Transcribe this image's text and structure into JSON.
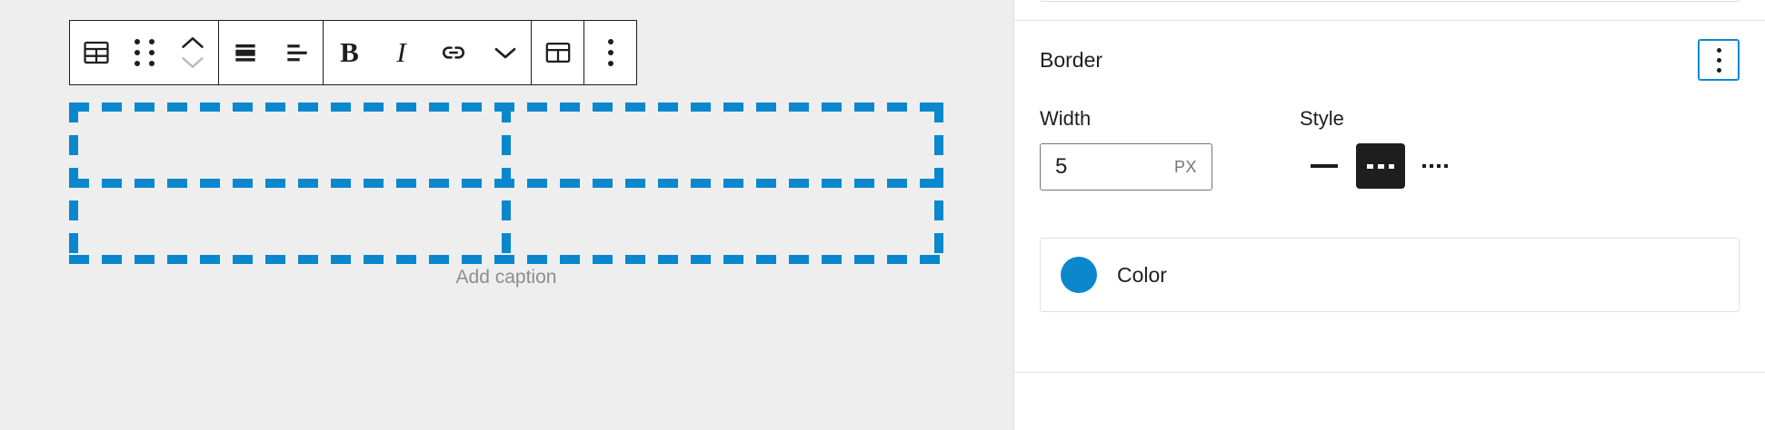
{
  "colors": {
    "accent": "#0b87ce",
    "dark": "#1e1e1e",
    "canvas_bg": "#eeeeee",
    "panel_bg": "#ffffff",
    "border_light": "#e0e0e0",
    "muted_text": "#8d8d8d"
  },
  "toolbar": {
    "groups": [
      {
        "items": [
          {
            "name": "table-icon",
            "label": "Table"
          },
          {
            "name": "drag-handle-icon",
            "label": "Drag"
          },
          {
            "name": "block-movers",
            "label": "Move up or down"
          }
        ]
      },
      {
        "items": [
          {
            "name": "align-full-icon",
            "label": "Change vertical alignment"
          },
          {
            "name": "align-text-icon",
            "label": "Align text"
          }
        ]
      },
      {
        "items": [
          {
            "name": "bold-icon",
            "label": "B"
          },
          {
            "name": "italic-icon",
            "label": "I"
          },
          {
            "name": "link-icon",
            "label": "Link"
          },
          {
            "name": "chevron-down-icon",
            "label": "More rich text controls"
          }
        ]
      },
      {
        "items": [
          {
            "name": "edit-table-icon",
            "label": "Edit table"
          }
        ]
      },
      {
        "items": [
          {
            "name": "more-options-icon",
            "label": "Options"
          }
        ]
      }
    ]
  },
  "canvas": {
    "block": {
      "name": "table-block",
      "rows": 2,
      "columns": 2,
      "border_style": "dashed",
      "border_color": "#0b87ce"
    },
    "caption_placeholder": "Add caption"
  },
  "sidebar": {
    "border_panel": {
      "title": "Border",
      "options_label": "Border options",
      "width": {
        "label": "Width",
        "value": "5",
        "unit": "PX"
      },
      "style": {
        "label": "Style",
        "options": [
          {
            "name": "border-style-solid",
            "label": "Solid",
            "selected": false
          },
          {
            "name": "border-style-dashed",
            "label": "Dashed",
            "selected": true
          },
          {
            "name": "border-style-dotted",
            "label": "Dotted",
            "selected": false
          }
        ]
      },
      "color": {
        "label": "Color",
        "value": "#0b87ce"
      }
    }
  }
}
